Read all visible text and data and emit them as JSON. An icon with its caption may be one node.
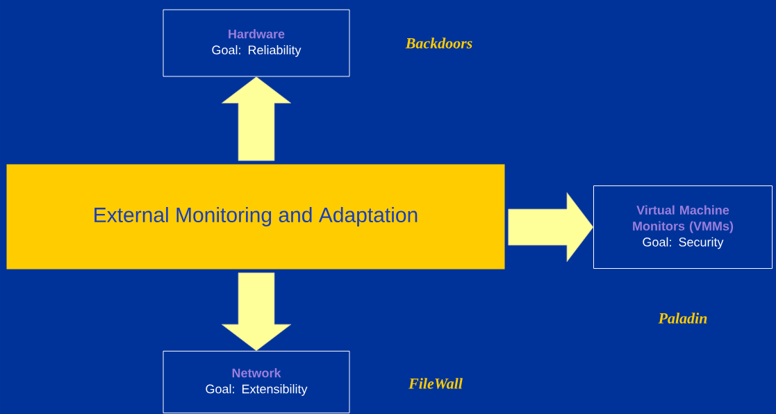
{
  "diagram": {
    "nodes": [
      {
        "text": [
          "External Monitoring and Adaptation"
        ]
      },
      {
        "text": [
          "Hardware",
          "Goal: Reliability"
        ]
      },
      {
        "text": [
          "Virtual Machine Monitors (VMMs)",
          "Goal: Security"
        ]
      },
      {
        "text": [
          "Network",
          "Goal: Extensibility"
        ]
      }
    ],
    "edges": [
      {
        "from": 0,
        "to": 1,
        "arrow": "to"
      },
      {
        "from": 0,
        "to": 2,
        "arrow": "to"
      },
      {
        "from": 0,
        "to": 3,
        "arrow": "to"
      }
    ],
    "labels": [
      "Backdoors",
      "Paladin",
      "FileWall"
    ]
  }
}
